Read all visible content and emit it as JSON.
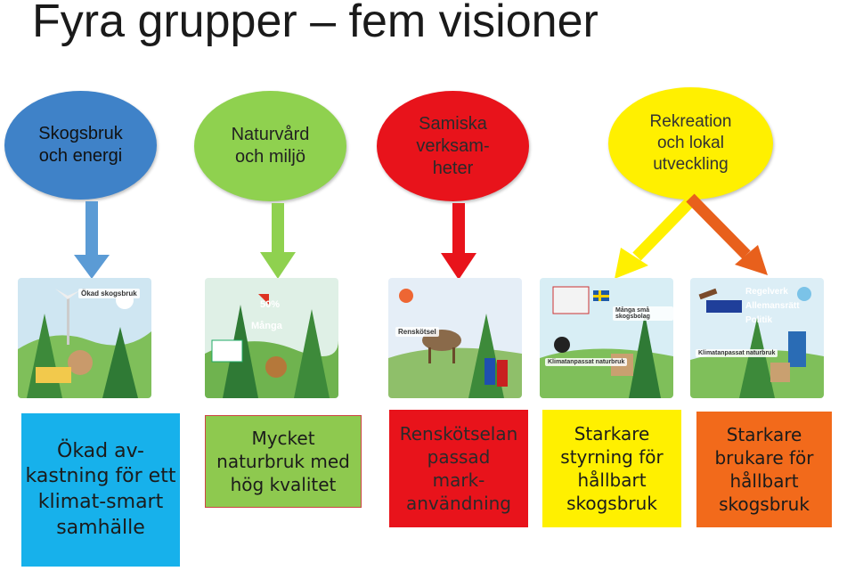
{
  "title": "Fyra grupper – fem visioner",
  "groups": [
    {
      "label": "Skogsbruk\noch energi",
      "color": "#3f82c8"
    },
    {
      "label": "Naturvård\noch miljö",
      "color": "#8fd14f"
    },
    {
      "label": "Samiska\nverksam-\nheter",
      "color": "#e8131b"
    },
    {
      "label": "Rekreation\noch lokal\nutveckling",
      "color": "#fff000"
    }
  ],
  "visions": [
    {
      "label": "Ökad av-\nkastning för ett\nklimat-smart\nsamhälle",
      "color": "#17b1eb"
    },
    {
      "label": "Mycket\nnaturbruk med\nhög kvalitet",
      "color": "#8ec94f"
    },
    {
      "label": "Renskötselan\npassad\nmark-\nanvändning",
      "color": "#e8131b"
    },
    {
      "label": "Starkare\nstyrning för\nhållbart\nskogsbruk",
      "color": "#fff000"
    },
    {
      "label": "Starkare\nbrukare för\nhållbart\nskogsbruk",
      "color": "#f26a1b"
    }
  ],
  "illustrations": {
    "p1": {
      "tag": "Ökad skogsbruk"
    },
    "p2": {
      "tag1": "50%",
      "tag2": "Många"
    },
    "p3": {
      "tag": "Renskötsel"
    },
    "p4": {
      "tag1": "Många små skogsbolag",
      "tag2": "Klimatanpassat naturbruk"
    },
    "p5": {
      "tag1": "Regelverk",
      "tag2": "Allemansrätt",
      "tag3": "Politik",
      "tag4": "Klimatanpassat naturbruk"
    }
  }
}
